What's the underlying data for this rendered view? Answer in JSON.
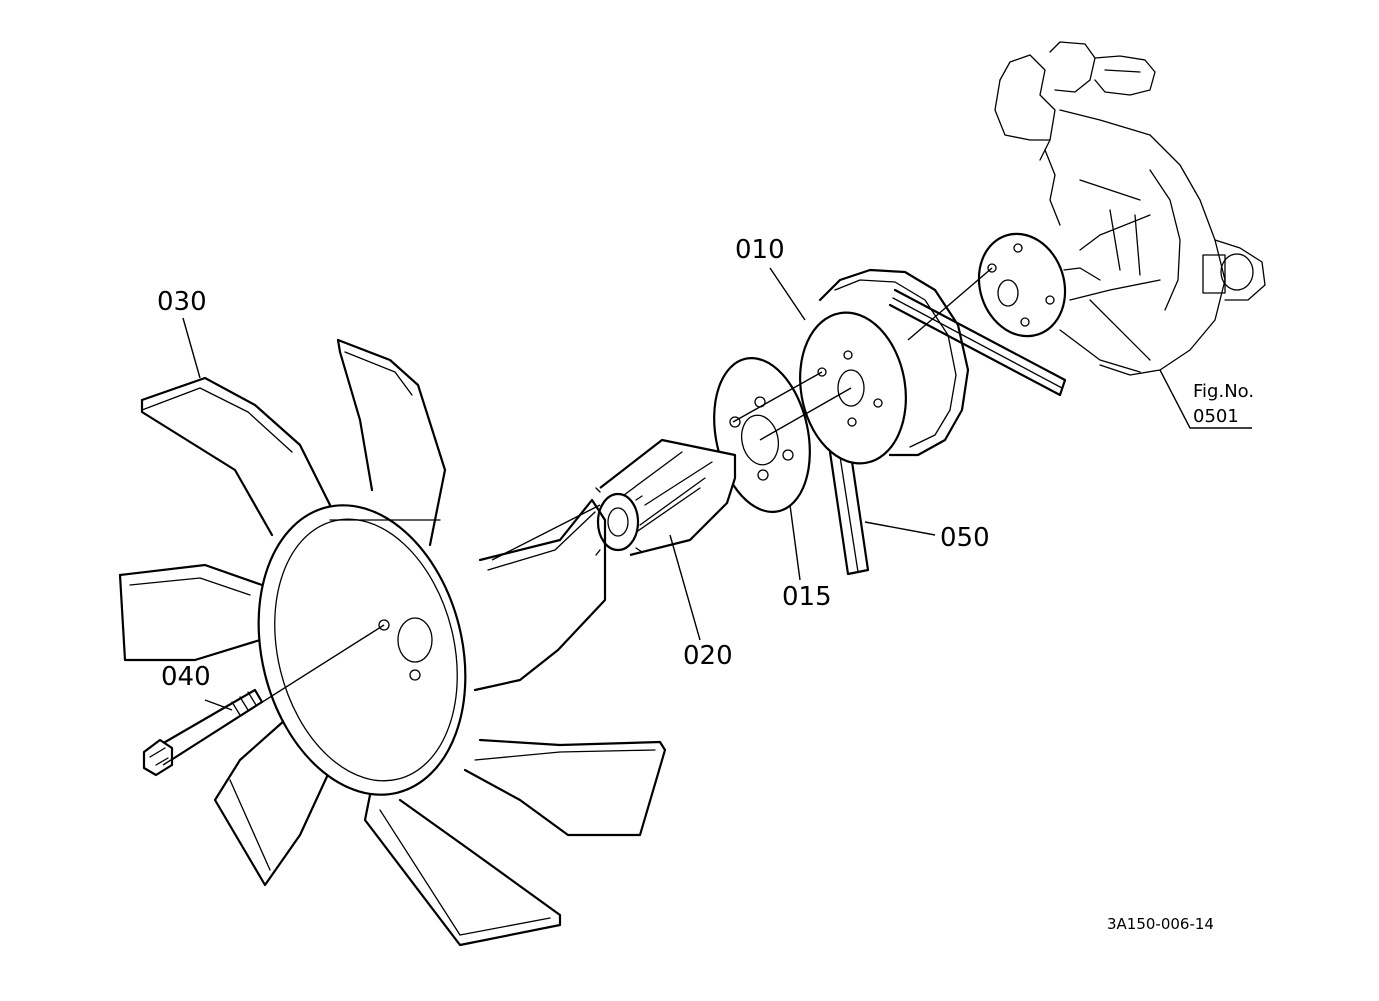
{
  "diagram": {
    "parts": [
      {
        "id": "010",
        "label": "010"
      },
      {
        "id": "015",
        "label": "015"
      },
      {
        "id": "020",
        "label": "020"
      },
      {
        "id": "030",
        "label": "030"
      },
      {
        "id": "040",
        "label": "040"
      },
      {
        "id": "050",
        "label": "050"
      }
    ],
    "figure_ref": {
      "caption": "Fig.No.",
      "number": "0501"
    },
    "drawing_code": "3A150-006-14"
  }
}
